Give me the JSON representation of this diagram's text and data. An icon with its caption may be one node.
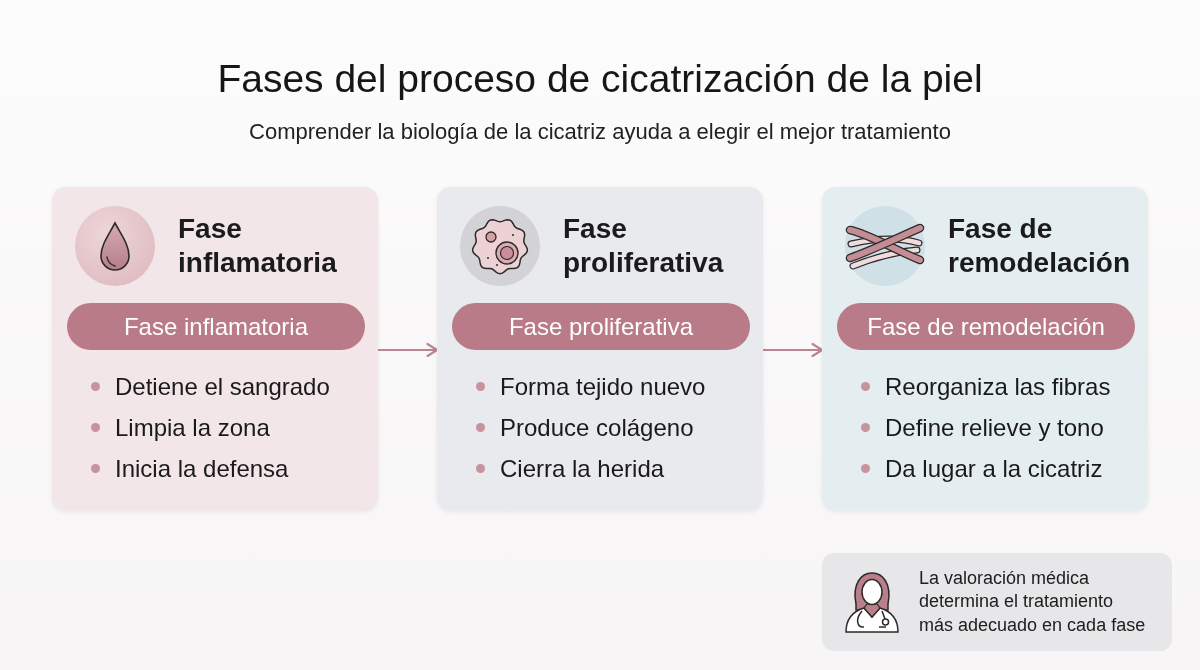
{
  "diagram": {
    "title": "Fases del proceso de cicatrización de la piel",
    "nodes": [
      {
        "text": [
          "Fase inflamatoria",
          "Detiene el sangrado",
          "Limpia la zona",
          "Inicia la defensa"
        ]
      },
      {
        "text": [
          "Fase inflamatoria"
        ],
        "in": 0
      },
      {
        "text": [
          "Fase proliferativa",
          "Forma tejido nuevo",
          "Produce colágeno",
          "Cierra la herida"
        ]
      },
      {
        "text": [
          "Fase proliferativa"
        ],
        "in": 2
      },
      {
        "text": [
          "Fase de remodelación",
          "Reorganiza las fibras",
          "Define relieve y tono",
          "Da lugar a la cicatriz"
        ]
      },
      {
        "text": [
          "Fase de remodelación"
        ],
        "in": 4
      },
      {
        "text": [
          "La valoración médica determina el tratamiento más adecuado en cada fase"
        ]
      }
    ],
    "edges": [
      {
        "from": 0,
        "to": 2,
        "arrow": "to"
      },
      {
        "from": 2,
        "to": 4,
        "arrow": "to"
      }
    ],
    "labels": [
      "Comprender la biología de la cicatriz ayuda a elegir el mejor tratamiento"
    ]
  }
}
